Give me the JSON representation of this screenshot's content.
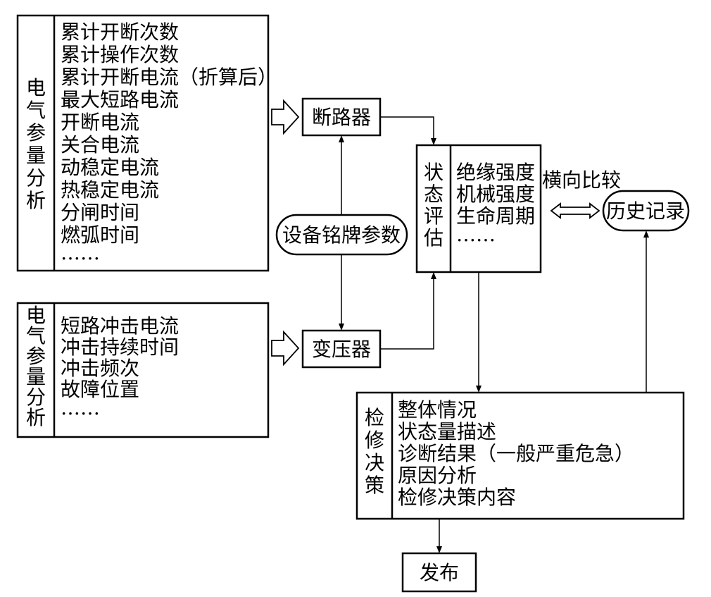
{
  "panel_top": {
    "side_label": [
      "电",
      "气",
      "参",
      "量",
      "分",
      "析"
    ],
    "items": [
      "累计开断次数",
      "累计操作次数",
      "累计开断电流（折算后）",
      "最大短路电流",
      "开断电流",
      "关合电流",
      "动稳定电流",
      "热稳定电流",
      "分闸时间",
      "燃弧时间",
      "……"
    ]
  },
  "panel_bottom": {
    "side_label": [
      "电",
      "气",
      "参",
      "量",
      "分",
      "析"
    ],
    "items": [
      "短路冲击电流",
      "冲击持续时间",
      "冲击频次",
      "故障位置",
      "……"
    ]
  },
  "breaker": "断路器",
  "transformer": "变压器",
  "nameplate": "设备铭牌参数",
  "state_eval": {
    "side_label": [
      "状",
      "态",
      "评",
      "估"
    ],
    "items": [
      "绝缘强度",
      "机械强度",
      "生命周期",
      "……"
    ]
  },
  "compare_label": "横向比较",
  "history": "历史记录",
  "decision": {
    "side_label": [
      "检",
      "修",
      "决",
      "策"
    ],
    "items": [
      "整体情况",
      "状态量描述",
      "诊断结果（一般严重危急）",
      "原因分析",
      "检修决策内容"
    ]
  },
  "publish": "发布"
}
